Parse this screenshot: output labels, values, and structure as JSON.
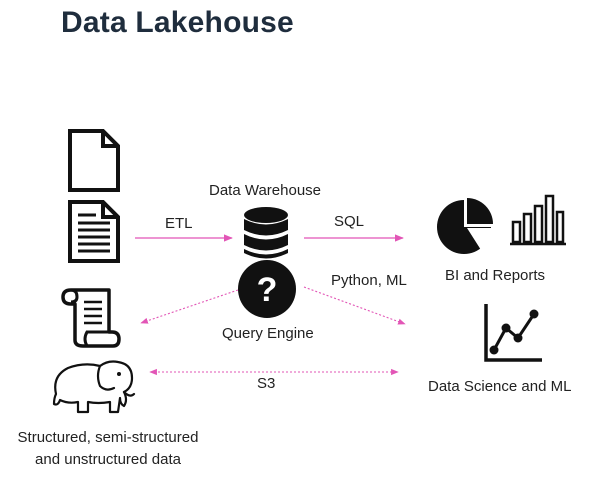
{
  "title": "Data Lakehouse",
  "labels": {
    "data_warehouse": "Data Warehouse",
    "etl": "ETL",
    "sql": "SQL",
    "python_ml": "Python, ML",
    "query_engine": "Query Engine",
    "bi_reports": "BI and Reports",
    "data_science": "Data Science and ML",
    "s3": "S3",
    "sources_line1": "Structured, semi-structured",
    "sources_line2": "and unstructured data"
  },
  "colors": {
    "arrow": "#e255b6",
    "icon": "#111111",
    "title": "#1f2d3d"
  },
  "icons": [
    "blank-document-icon",
    "text-document-icon",
    "scroll-icon",
    "elephant-icon",
    "database-icon",
    "question-circle-icon",
    "pie-chart-icon",
    "bar-chart-icon",
    "line-chart-icon"
  ]
}
